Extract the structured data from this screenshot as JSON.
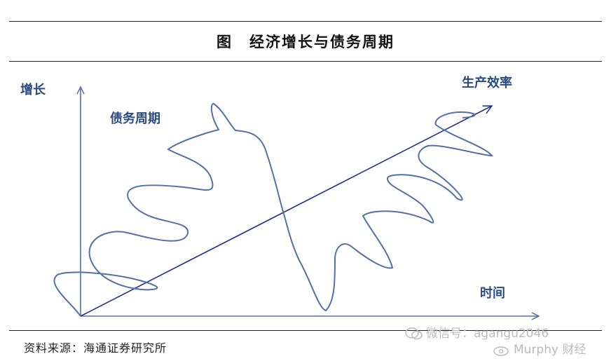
{
  "header": {
    "label": "图",
    "title": "经济增长与债务周期"
  },
  "diagram": {
    "y_axis_label": "增长",
    "x_axis_label": "时间",
    "trend_label": "生产效率",
    "cycle_label": "债务周期",
    "colors": {
      "axis": "#5470a8",
      "trend": "#1f2f8a",
      "cycle": "#5470a8",
      "label": "#2a4a86"
    }
  },
  "footer": {
    "source": "资料来源：海通证券研究所"
  },
  "watermark": {
    "line1": "微信号：agangu2046",
    "line2": "Murphy 财经"
  }
}
